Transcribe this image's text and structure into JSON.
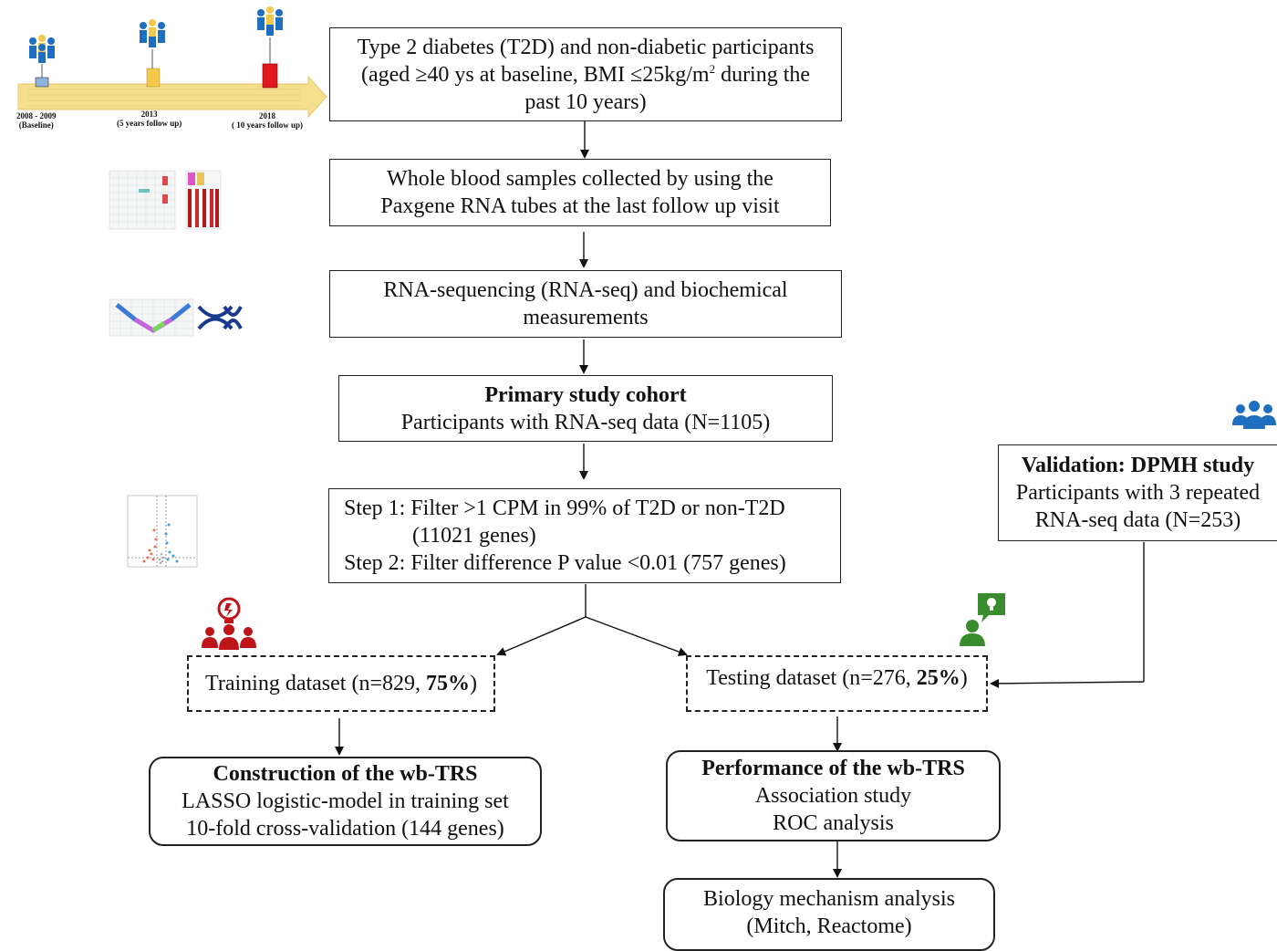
{
  "timeline": {
    "labels": [
      {
        "year": "2008 - 2009",
        "note": "(Baseline)"
      },
      {
        "year": "2013",
        "note": "(5 years follow up)"
      },
      {
        "year": "2018",
        "note": "( 10 years follow up)"
      }
    ]
  },
  "boxes": {
    "participants": {
      "line1": "Type 2 diabetes (T2D)  and non-diabetic participants",
      "line2_pre": "(aged ≥40 ys at baseline, BMI ≤25kg/m",
      "line2_sup": "2",
      "line2_post": " during the",
      "line3": "past 10 years)"
    },
    "blood": {
      "line1": "Whole blood samples collected  by using the",
      "line2": "Paxgene RNA tubes at the last follow up visit"
    },
    "rnaseq": {
      "line1": "RNA-sequencing (RNA-seq) and biochemical",
      "line2": "measurements"
    },
    "primary": {
      "title": "Primary study cohort",
      "line1": "Participants with RNA-seq data (N=1105)"
    },
    "filter": {
      "line1": "Step 1:  Filter >1 CPM in 99% of T2D  or non-T2D",
      "line2": "(11021  genes)",
      "line3": "Step 2:  Filter difference P value <0.01 (757 genes)"
    },
    "validation": {
      "title": "Validation:  DPMH study",
      "line1": "Participants with 3 repeated",
      "line2": "RNA-seq data (N=253)"
    },
    "training": {
      "pre": "Training dataset (n=829, ",
      "bold": "75%",
      "post": ")"
    },
    "testing": {
      "pre": "Testing  dataset (n=276, ",
      "bold": "25%",
      "post": ")"
    },
    "construction": {
      "title": "Construction of the wb-TRS",
      "line1": "LASSO logistic-model in training set",
      "line2": "10-fold cross-validation (144 genes)"
    },
    "performance": {
      "title": "Performance of the wb-TRS",
      "line1": "Association study",
      "line2": "ROC analysis"
    },
    "biology": {
      "line1": "Biology mechanism analysis",
      "line2": "(Mitch, Reactome)"
    }
  },
  "colors": {
    "timeline_arrow": "#f5df8f",
    "training_icon": "#c0141b",
    "testing_icon": "#3a8a2e",
    "validation_icon": "#1f6fc1",
    "red_marker": "#e0181f"
  }
}
